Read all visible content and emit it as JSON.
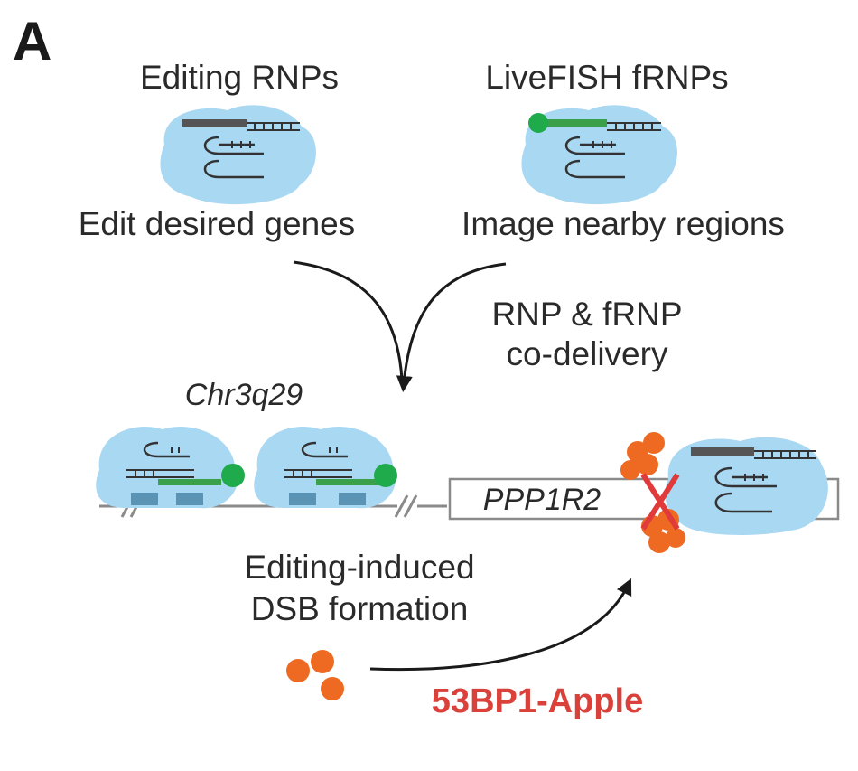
{
  "panel": {
    "letter": "A"
  },
  "labels": {
    "editing_rnps": "Editing RNPs",
    "livefish_frnps": "LiveFISH fRNPs",
    "edit_desired_genes": "Edit desired genes",
    "image_nearby_regions": "Image nearby regions",
    "codelivery_line1": "RNP & fRNP",
    "codelivery_line2": "co-delivery",
    "locus": "Chr3q29",
    "gene": "PPP1R2",
    "dsb_line1": "Editing-induced",
    "dsb_line2": "DSB formation",
    "reporter": "53BP1-Apple"
  },
  "colors": {
    "rnp_blob": "#a9d8f2",
    "guide_gray": "#555555",
    "guide_green": "#3aa14a",
    "fluor_green": "#1faa4b",
    "dna_line": "#8a8a8a",
    "binding_box": "#5b93b5",
    "focus_orange": "#ee6a22",
    "cut_red": "#e03a3a",
    "reporter_red": "#d9413a",
    "arrow": "#1a1a1a"
  },
  "icons": {
    "editing_rnp": "cas9-rnp-icon",
    "livefish_frnp": "fluorescent-rnp-icon",
    "double_strand_break": "cut-mark-icon",
    "foci": "53bp1-foci-icon"
  }
}
